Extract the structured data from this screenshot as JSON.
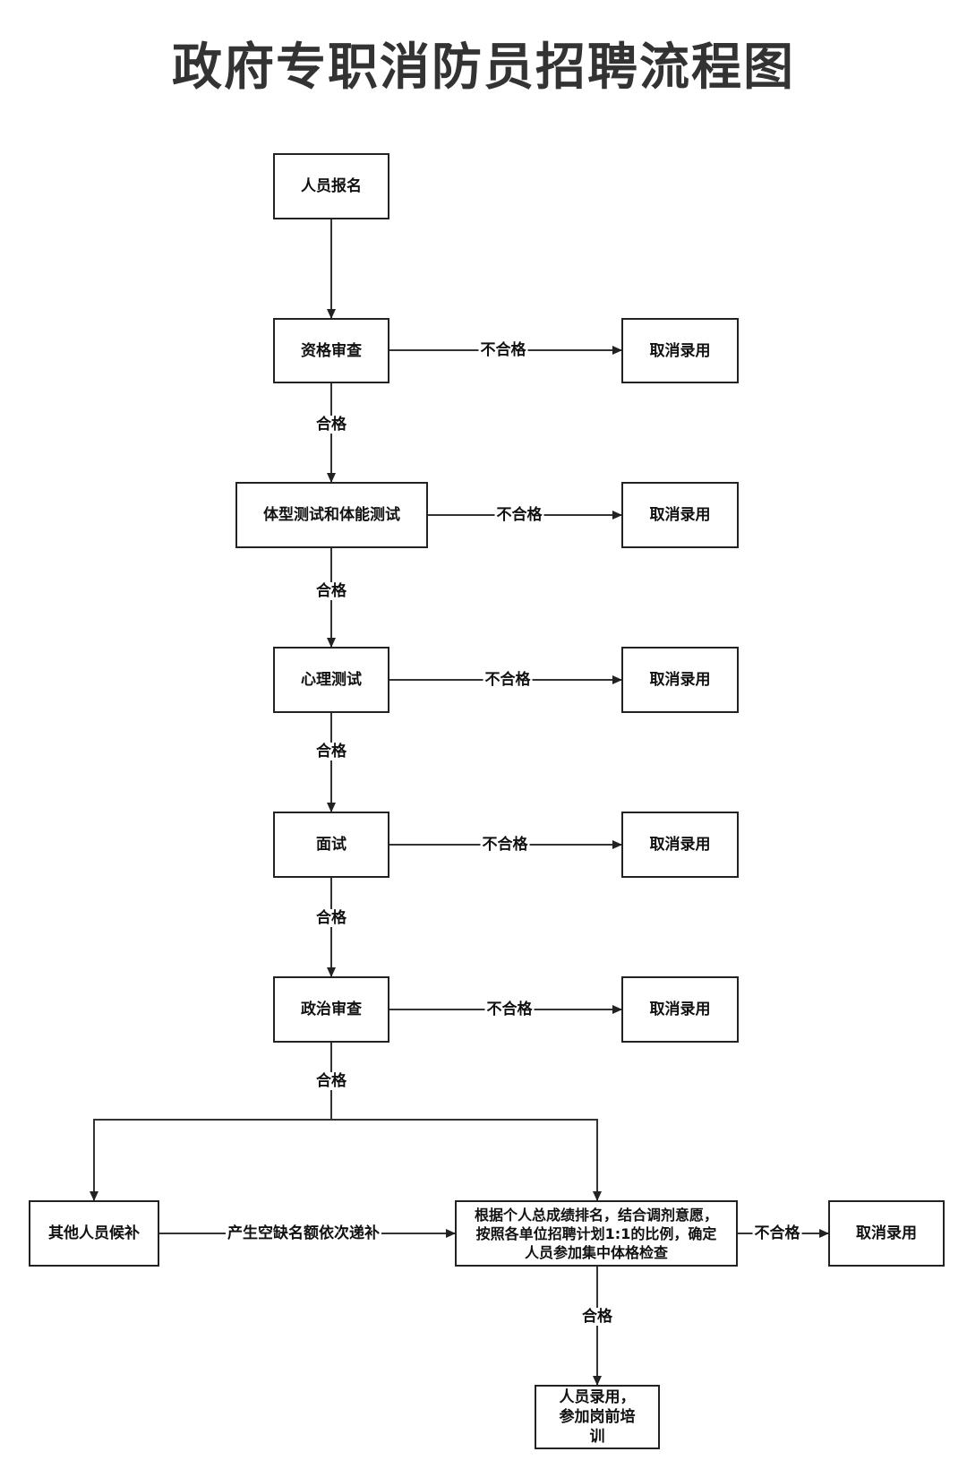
{
  "title": "政府专职消防员招聘流程图",
  "nodes": {
    "signup": "人员报名",
    "qualification_review": "资格审查",
    "body_test": "体型测试和体能测试",
    "psych_test": "心理测试",
    "interview": "面试",
    "political_review": "政治审查",
    "other_candidates": "其他人员候补",
    "ranking_exam": "根据个人总成绩排名，结合调剂意愿，按照各单位招聘计划1:1的比例，确定人员参加集中体格检查",
    "hired": "人员录用，参加岗前培训",
    "cancel": "取消录用"
  },
  "edge_labels": {
    "pass": "合格",
    "fail": "不合格",
    "backfill": "产生空缺名额依次递补"
  }
}
